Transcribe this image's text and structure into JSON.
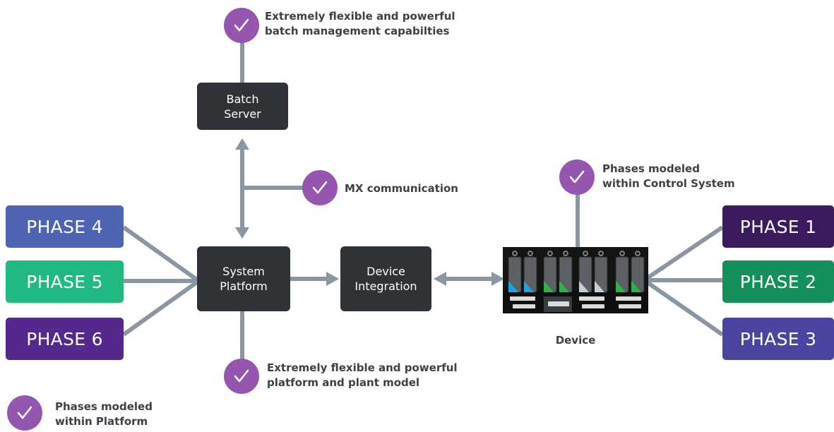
{
  "colors": {
    "connector": "#8a96a1",
    "box": "#2f3338",
    "check": "#9556b0",
    "phase1": "#3b1a5e",
    "phase2": "#14905a",
    "phase3": "#4b45a1",
    "phase4": "#4f63b3",
    "phase5": "#20b981",
    "phase6": "#55288e"
  },
  "icons": {
    "check": "checkmark-icon",
    "device": "plc-rack-icon"
  },
  "boxes": {
    "batch_server": "Batch\nServer",
    "system_platform": "System\nPlatform",
    "device_integration": "Device\nIntegration"
  },
  "phases": {
    "p1": "PHASE 1",
    "p2": "PHASE 2",
    "p3": "PHASE 3",
    "p4": "PHASE 4",
    "p5": "PHASE 5",
    "p6": "PHASE 6"
  },
  "notes": {
    "batch_mgmt": "Extremely flexible and powerful\nbatch management capabilties",
    "mx": "MX communication",
    "phases_control": "Phases modeled\nwithin Control System",
    "platform_model": "Extremely flexible and powerful\nplatform and plant model",
    "phases_platform": "Phases modeled\nwithin Platform"
  },
  "device_label": "Device"
}
